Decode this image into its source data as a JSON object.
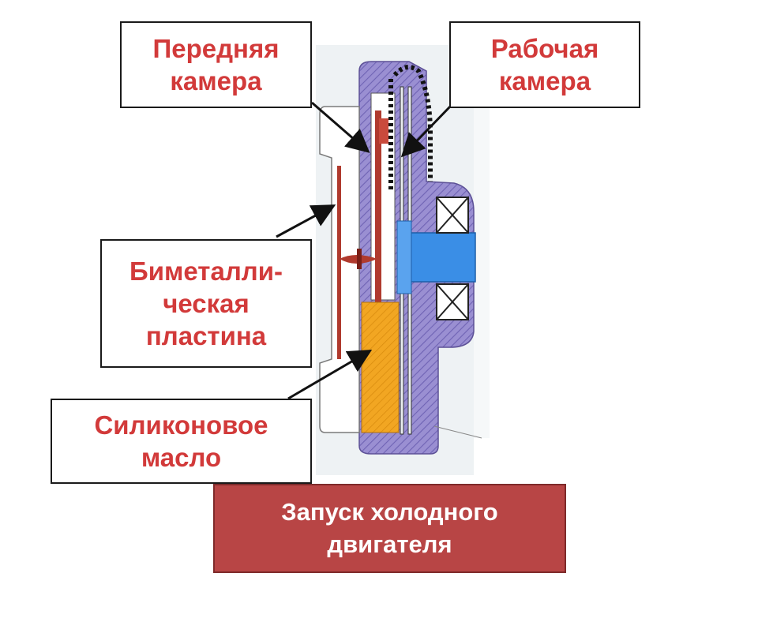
{
  "labels": {
    "front_chamber": "Передняя\nкамера",
    "working_chamber": "Рабочая\nкамера",
    "bimetal_plate": "Биметалли-\nческая\nпластина",
    "silicone_oil": "Силиконовое\nмасло"
  },
  "banner": {
    "text": "Запуск холодного\nдвигателя"
  },
  "colors": {
    "label_text": "#d23a3a",
    "banner_bg": "#b84545",
    "housing": "#9a8fd2",
    "oil": "#f2a622",
    "shaft": "#3a8ee6",
    "rod": "#b03a2e",
    "background_panel": "#eef2f4"
  }
}
